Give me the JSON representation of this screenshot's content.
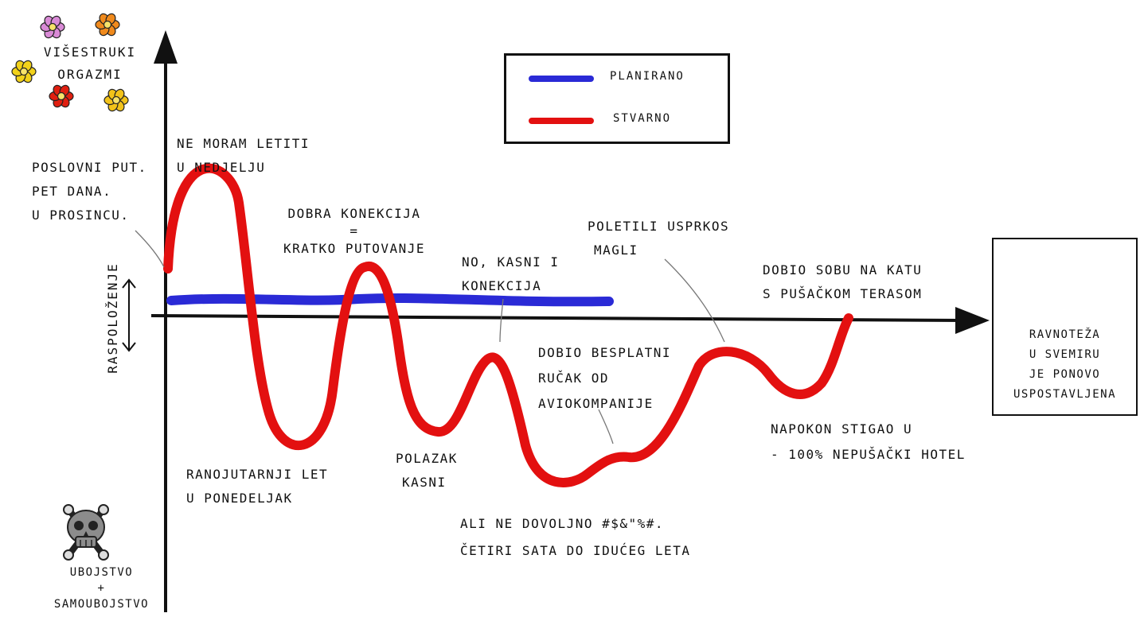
{
  "colors": {
    "planned": "#2a2ad6",
    "actual": "#e31010",
    "ink": "#111111"
  },
  "legend": {
    "planned_label": "PLANIRANO",
    "actual_label": "STVARNO"
  },
  "axis": {
    "y_label": "RASPOLOŽENJE"
  },
  "top_label": {
    "line1": "VIŠESTRUKI",
    "line2": "ORGAZMI"
  },
  "bottom_label": {
    "line1": "UBOJSTVO",
    "line2": "+",
    "line3": "SAMOUBOJSTVO"
  },
  "icons": {
    "top": "flowers-icon",
    "bottom": "skull-crossbones-icon",
    "balance": "yin-yang-icon"
  },
  "annotations": {
    "trip": [
      "POSLOVNI PUT.",
      "PET DANA.",
      "U PROSINCU."
    ],
    "no_sunday": [
      "NE MORAM LETITI",
      "U NEDJELJU"
    ],
    "good_connection": [
      "DOBRA KONEKCIJA",
      "=",
      "KRATKO PUTOVANJE"
    ],
    "early_flight": [
      "RANOJUTARNJI LET",
      "U PONEDELJAK"
    ],
    "departure_late": [
      "POLAZAK",
      "KASNI"
    ],
    "connection_late": [
      "NO, KASNI I",
      "KONEKCIJA"
    ],
    "not_enough": [
      "ALI NE DOVOLJNO #$&\"%#.",
      "ČETIRI SATA DO IDUĆEG LETA"
    ],
    "free_lunch": [
      "DOBIO BESPLATNI",
      "RUČAK OD",
      "AVIOKOMPANIJE"
    ],
    "flew_fog": [
      "POLETILI USPRKOS",
      "MAGLI"
    ],
    "arrived": [
      "NAPOKON STIGAO U",
      "- 100% NEPUŠAČKI HOTEL"
    ],
    "room_terrace": [
      "DOBIO SOBU NA KATU",
      "S PUŠAČKOM TERASOM"
    ]
  },
  "balance": [
    "RAVNOTEŽA",
    "U SVEMIRU",
    "JE PONOVO",
    "USPOSTAVLJENA"
  ]
}
